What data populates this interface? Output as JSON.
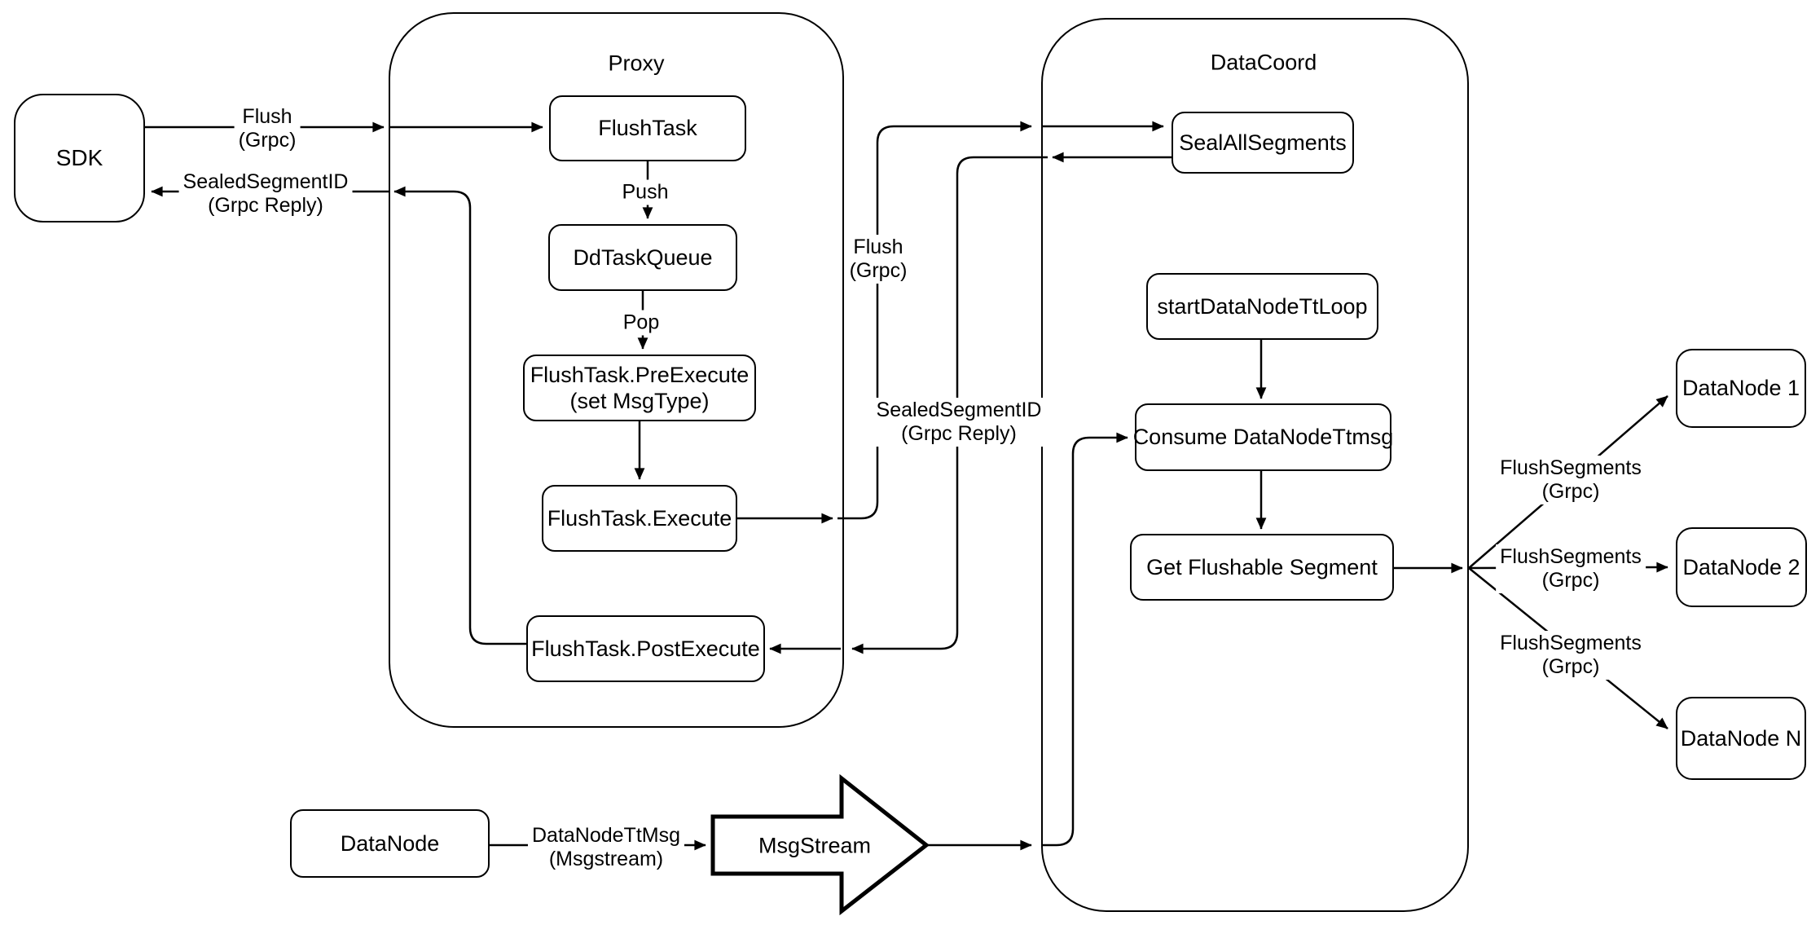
{
  "diagram": {
    "colors": {
      "stroke": "#000000",
      "background": "#ffffff"
    },
    "containers": {
      "proxy": {
        "title": "Proxy"
      },
      "datacoord": {
        "title": "DataCoord"
      }
    },
    "nodes": {
      "sdk": {
        "label": "SDK"
      },
      "flush_task": {
        "label": "FlushTask"
      },
      "dd_task_queue": {
        "label": "DdTaskQueue"
      },
      "pre_execute": {
        "label": "FlushTask.PreExecute",
        "sublabel": "(set MsgType)"
      },
      "execute": {
        "label": "FlushTask.Execute"
      },
      "post_execute": {
        "label": "FlushTask.PostExecute"
      },
      "seal_all_segments": {
        "label": "SealAllSegments"
      },
      "start_data_node_tt_loop": {
        "label": "startDataNodeTtLoop"
      },
      "consume_data_node_ttmsg": {
        "label": "Consume DataNodeTtmsg"
      },
      "get_flushable_segment": {
        "label": "Get Flushable Segment"
      },
      "data_node_1": {
        "label": "DataNode 1"
      },
      "data_node_2": {
        "label": "DataNode 2"
      },
      "data_node_n": {
        "label": "DataNode N"
      },
      "data_node": {
        "label": "DataNode"
      },
      "msg_stream": {
        "label": "MsgStream"
      }
    },
    "edge_labels": {
      "flush_sdk": {
        "line1": "Flush",
        "line2": "(Grpc)"
      },
      "sealed_sdk": {
        "line1": "SealedSegmentID",
        "line2": "(Grpc Reply)"
      },
      "push": {
        "line1": "Push"
      },
      "pop": {
        "line1": "Pop"
      },
      "flush_mid": {
        "line1": "Flush",
        "line2": "(Grpc)"
      },
      "sealed_mid": {
        "line1": "SealedSegmentID",
        "line2": "(Grpc Reply)"
      },
      "flush_segments_1": {
        "line1": "FlushSegments",
        "line2": "(Grpc)"
      },
      "flush_segments_2": {
        "line1": "FlushSegments",
        "line2": "(Grpc)"
      },
      "flush_segments_3": {
        "line1": "FlushSegments",
        "line2": "(Grpc)"
      },
      "data_node_tt_msg": {
        "line1": "DataNodeTtMsg",
        "line2": "(Msgstream)"
      }
    }
  }
}
